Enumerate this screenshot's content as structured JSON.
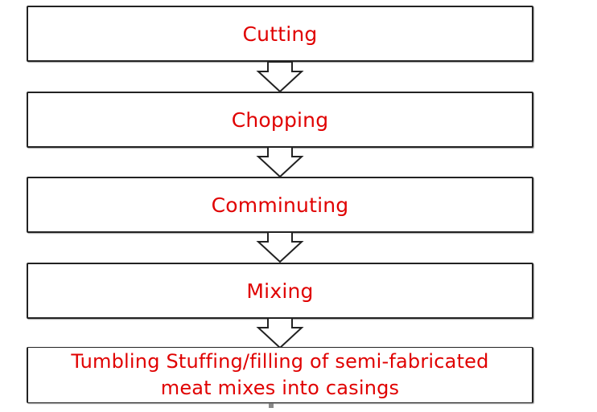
{
  "steps": [
    {
      "label": "Cutting"
    },
    {
      "label": "Chopping"
    },
    {
      "label": "Comminuting"
    },
    {
      "label": "Mixing"
    },
    {
      "label_line1": "Tumbling Stuffing/filling of semi-fabricated",
      "label_line2": "meat mixes into casings"
    }
  ],
  "colors": {
    "label_text": "#e00000",
    "border": "#222222",
    "background": "#ffffff"
  }
}
